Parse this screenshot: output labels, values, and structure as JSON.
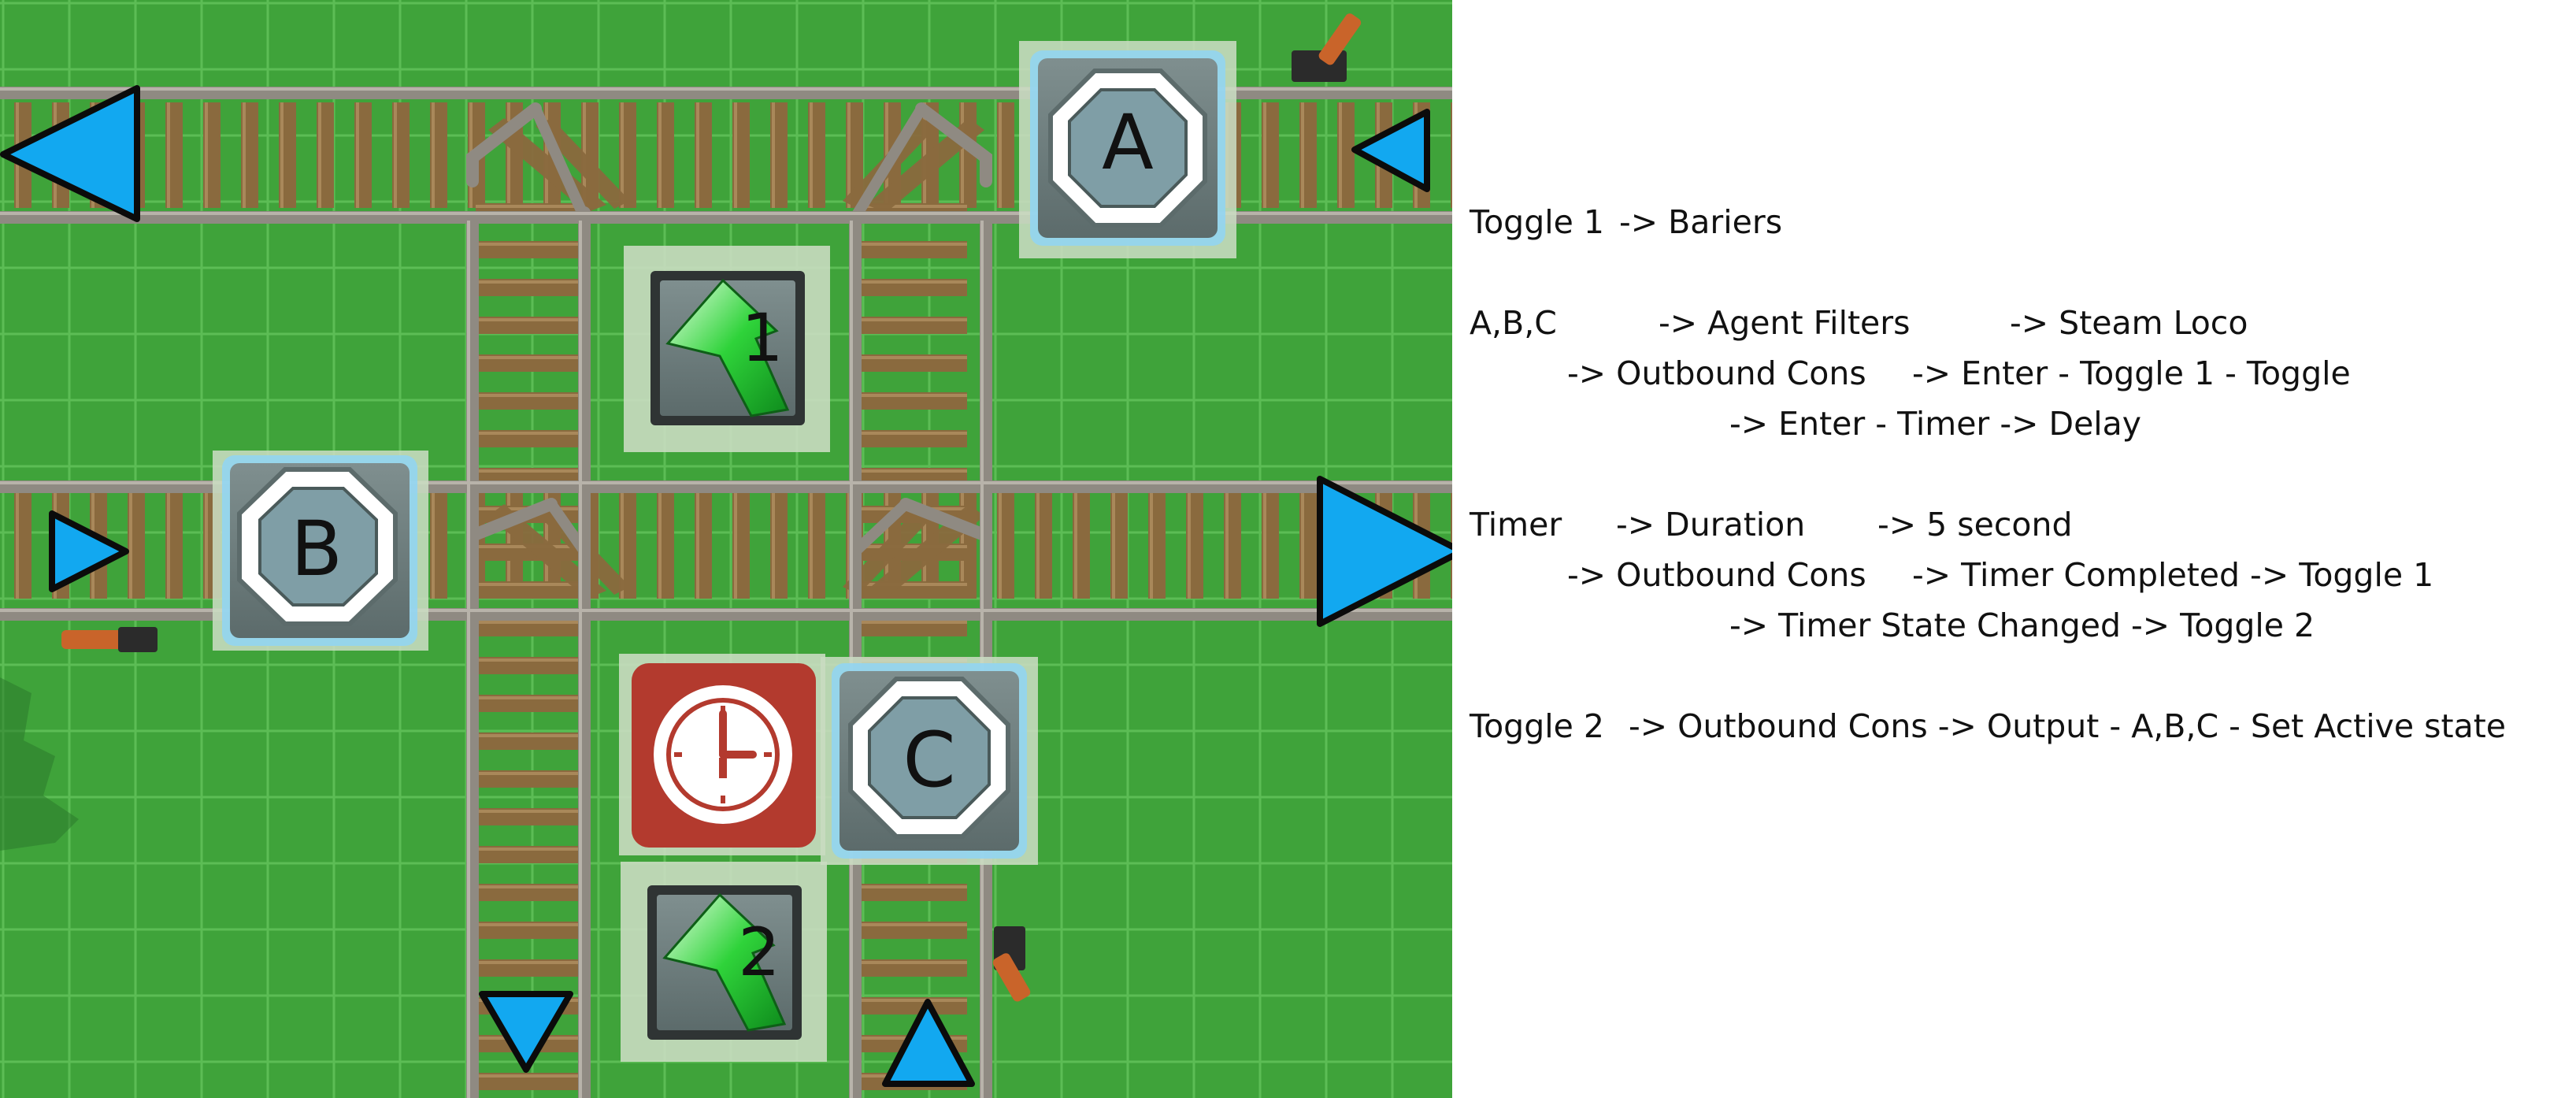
{
  "board": {
    "grass_color": "#3fa33a",
    "grid_color": "#5cbd55",
    "rail_color": "#8f8a82",
    "tie_color": "#8a6a3e",
    "arrow_color": "#12a8f0",
    "clock_color": "#b33a2e",
    "panel_color": "#c9dcc1",
    "halo_color": "#8fd5f5",
    "agent_filters": [
      {
        "label": "A"
      },
      {
        "label": "B"
      },
      {
        "label": "C"
      }
    ],
    "toggles": [
      {
        "number": "1"
      },
      {
        "number": "2"
      }
    ],
    "timer_icon": "clock-icon"
  },
  "notes": {
    "toggle1": [
      "Toggle 1",
      "-> Bariers"
    ],
    "abc": [
      "A,B,C",
      "-> Agent Filters",
      "-> Steam Loco"
    ],
    "abc_outbound": [
      "-> Outbound Cons",
      "-> Enter - Toggle 1 - Toggle"
    ],
    "abc_timer": [
      "-> Enter - Timer -> Delay"
    ],
    "timer": [
      "Timer",
      "-> Duration",
      "-> 5 second"
    ],
    "timer_outbound": [
      "-> Outbound Cons",
      "-> Timer Completed -> Toggle 1"
    ],
    "timer_state": [
      "-> Timer State Changed -> Toggle 2"
    ],
    "toggle2": [
      "Toggle 2",
      "-> Outbound Cons -> Output - A,B,C - Set Active state"
    ]
  }
}
